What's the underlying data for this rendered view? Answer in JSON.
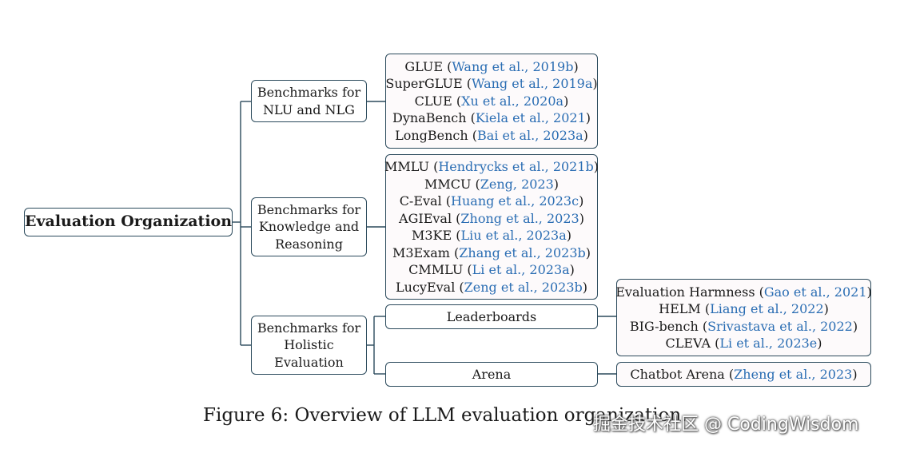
{
  "root": {
    "label": "Evaluation Organization"
  },
  "categories": {
    "nlu": {
      "label_lines": [
        "Benchmarks for",
        "NLU and NLG"
      ]
    },
    "knowledge": {
      "label_lines": [
        "Benchmarks for",
        "Knowledge and",
        "Reasoning"
      ]
    },
    "holistic": {
      "label_lines": [
        "Benchmarks for",
        "Holistic",
        "Evaluation"
      ]
    }
  },
  "subcategories": {
    "leaderboards": {
      "label": "Leaderboards"
    },
    "arena": {
      "label": "Arena"
    }
  },
  "leaves": {
    "nlu": [
      {
        "name": "GLUE",
        "cite": "Wang et al., 2019b"
      },
      {
        "name": "SuperGLUE",
        "cite": "Wang et al., 2019a"
      },
      {
        "name": "CLUE",
        "cite": "Xu et al., 2020a"
      },
      {
        "name": "DynaBench",
        "cite": "Kiela et al., 2021"
      },
      {
        "name": "LongBench",
        "cite": "Bai et al., 2023a"
      }
    ],
    "knowledge": [
      {
        "name": "MMLU",
        "cite": "Hendrycks et al., 2021b"
      },
      {
        "name": "MMCU",
        "cite": "Zeng, 2023"
      },
      {
        "name": "C-Eval",
        "cite": "Huang et al., 2023c"
      },
      {
        "name": "AGIEval",
        "cite": "Zhong et al., 2023"
      },
      {
        "name": "M3KE",
        "cite": "Liu et al., 2023a"
      },
      {
        "name": "M3Exam",
        "cite": "Zhang et al., 2023b"
      },
      {
        "name": "CMMLU",
        "cite": "Li et al., 2023a"
      },
      {
        "name": "LucyEval",
        "cite": "Zeng et al., 2023b"
      }
    ],
    "leaderboards": [
      {
        "name": "Evaluation Harmness",
        "cite": "Gao et al., 2021"
      },
      {
        "name": "HELM",
        "cite": "Liang et al., 2022"
      },
      {
        "name": "BIG-bench",
        "cite": "Srivastava et al., 2022"
      },
      {
        "name": "CLEVA",
        "cite": "Li et al., 2023e"
      }
    ],
    "arena": [
      {
        "name": "Chatbot Arena",
        "cite": "Zheng et al., 2023"
      }
    ]
  },
  "caption": "Figure 6: Overview of LLM evaluation organization.",
  "watermark": "掘金技术社区 @ CodingWisdom"
}
